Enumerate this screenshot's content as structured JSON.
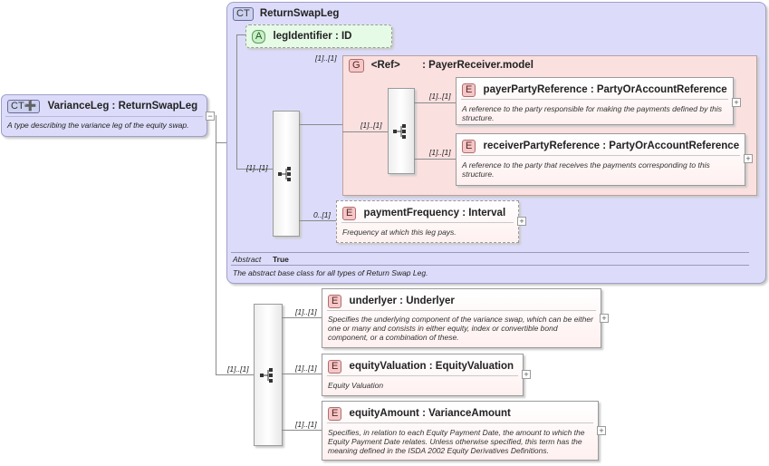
{
  "root": {
    "tag": "CT",
    "name": "VarianceLeg",
    "type": "ReturnSwapLeg",
    "doc": "A type describing the variance leg of the equity swap."
  },
  "base": {
    "tag": "CT",
    "name": "ReturnSwapLeg",
    "abstract_label": "Abstract",
    "abstract_value": "True",
    "doc": "The abstract base class for all types of Return Swap Leg.",
    "attribute": {
      "tag": "A",
      "name": "legIdentifier",
      "type": "ID"
    },
    "sequence_card": "[1]..[1]",
    "group": {
      "tag": "G",
      "ref": "<Ref>",
      "name": "PayerReceiver.model",
      "card": "[1]..[1]",
      "sequence_card": "[1]..[1]",
      "elements": [
        {
          "tag": "E",
          "name": "payerPartyReference",
          "type": "PartyOrAccountReference",
          "card": "[1]..[1]",
          "doc": "A reference to the party responsible for making the payments defined by this structure."
        },
        {
          "tag": "E",
          "name": "receiverPartyReference",
          "type": "PartyOrAccountReference",
          "card": "[1]..[1]",
          "doc": "A reference to the party that receives the payments corresponding to this structure."
        }
      ]
    },
    "payment": {
      "tag": "E",
      "name": "paymentFrequency",
      "type": "Interval",
      "card": "0..[1]",
      "doc": "Frequency at which this leg pays."
    }
  },
  "extension": {
    "sequence_card": "[1]..[1]",
    "elements": [
      {
        "tag": "E",
        "name": "underlyer",
        "type": "Underlyer",
        "card": "[1]..[1]",
        "doc": "Specifies the underlying component of the variance swap, which can be either one or many and consists in either equity, index or convertible bond component, or a combination of these."
      },
      {
        "tag": "E",
        "name": "equityValuation",
        "type": "EquityValuation",
        "card": "[1]..[1]",
        "doc": "Equity Valuation"
      },
      {
        "tag": "E",
        "name": "equityAmount",
        "type": "VarianceAmount",
        "card": "[1]..[1]",
        "doc": "Specifies, in relation to each Equity Payment Date, the amount to which the Equity Payment Date relates. Unless otherwise specified, this term has the meaning defined in the ISDA 2002 Equity Derivatives Definitions."
      }
    ]
  },
  "colors": {
    "ct_panel": "#dcdcfa",
    "group_panel": "#fbe0e0",
    "attr_box": "#e6fbe6",
    "element_box": "#fff0f0"
  },
  "icons": {
    "sequence": "sequence-compositor-icon",
    "expand": "plus-expand-icon"
  }
}
